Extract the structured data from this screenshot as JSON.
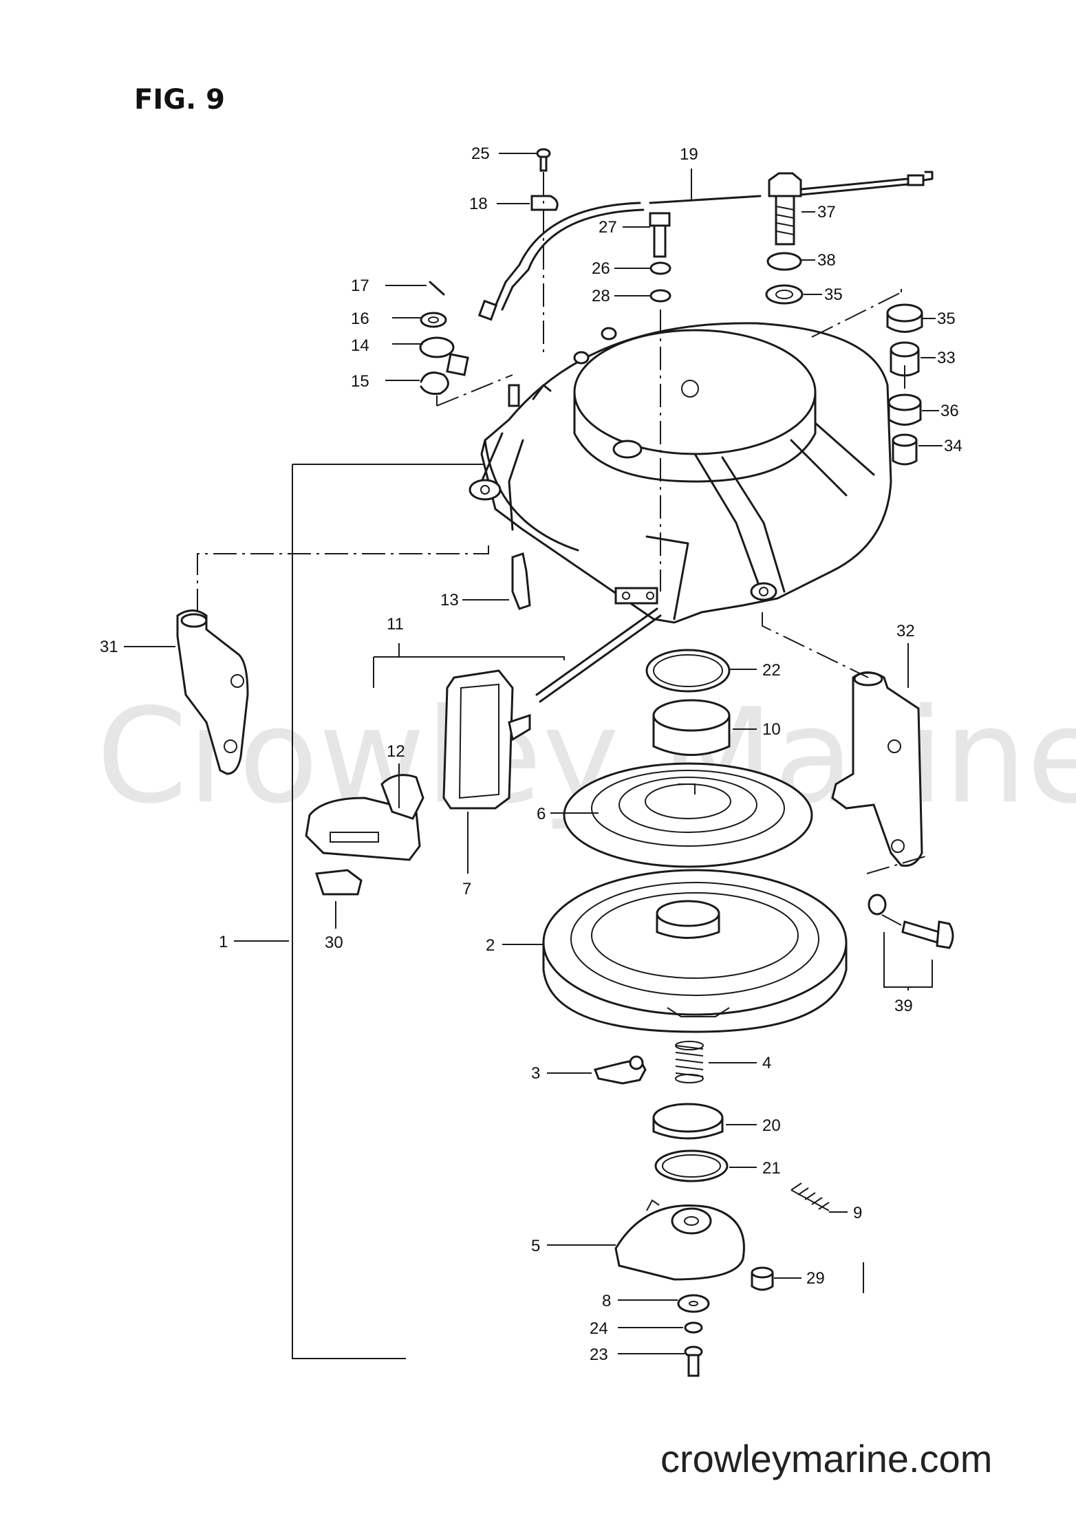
{
  "figure": {
    "title": "FIG. 9"
  },
  "watermark": {
    "text": "Crowley Marine"
  },
  "footer": {
    "url": "crowleymarine.com"
  },
  "callouts": [
    {
      "id": "c1",
      "number": "1"
    },
    {
      "id": "c2",
      "number": "2"
    },
    {
      "id": "c3",
      "number": "3"
    },
    {
      "id": "c4",
      "number": "4"
    },
    {
      "id": "c5",
      "number": "5"
    },
    {
      "id": "c6",
      "number": "6"
    },
    {
      "id": "c7",
      "number": "7"
    },
    {
      "id": "c8",
      "number": "8"
    },
    {
      "id": "c9",
      "number": "9"
    },
    {
      "id": "c10",
      "number": "10"
    },
    {
      "id": "c11",
      "number": "11"
    },
    {
      "id": "c12",
      "number": "12"
    },
    {
      "id": "c13",
      "number": "13"
    },
    {
      "id": "c14",
      "number": "14"
    },
    {
      "id": "c15",
      "number": "15"
    },
    {
      "id": "c16",
      "number": "16"
    },
    {
      "id": "c17",
      "number": "17"
    },
    {
      "id": "c18",
      "number": "18"
    },
    {
      "id": "c19",
      "number": "19"
    },
    {
      "id": "c20",
      "number": "20"
    },
    {
      "id": "c21",
      "number": "21"
    },
    {
      "id": "c22",
      "number": "22"
    },
    {
      "id": "c23",
      "number": "23"
    },
    {
      "id": "c24",
      "number": "24"
    },
    {
      "id": "c25",
      "number": "25"
    },
    {
      "id": "c26",
      "number": "26"
    },
    {
      "id": "c27",
      "number": "27"
    },
    {
      "id": "c28",
      "number": "28"
    },
    {
      "id": "c29",
      "number": "29"
    },
    {
      "id": "c30",
      "number": "30"
    },
    {
      "id": "c31",
      "number": "31"
    },
    {
      "id": "c32",
      "number": "32"
    },
    {
      "id": "c33",
      "number": "33"
    },
    {
      "id": "c34",
      "number": "34"
    },
    {
      "id": "c35a",
      "number": "35"
    },
    {
      "id": "c35b",
      "number": "35"
    },
    {
      "id": "c36",
      "number": "36"
    },
    {
      "id": "c37",
      "number": "37"
    },
    {
      "id": "c38",
      "number": "38"
    },
    {
      "id": "c39",
      "number": "39"
    }
  ]
}
